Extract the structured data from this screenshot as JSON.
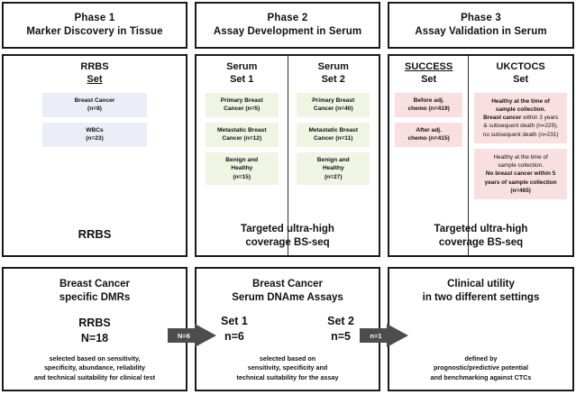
{
  "phases": [
    {
      "title_line1": "Phase 1",
      "title_line2": "Marker Discovery in Tissue"
    },
    {
      "title_line1": "Phase 2",
      "title_line2": "Assay Development in Serum"
    },
    {
      "title_line1": "Phase 3",
      "title_line2": "Assay Validation in Serum"
    }
  ],
  "phase1_mid": {
    "set_title_line1": "RRBS",
    "set_title_line2": "Set",
    "boxes": [
      {
        "line1": "Breast Cancer",
        "line2": "(n=8)"
      },
      {
        "line1": "WBCs",
        "line2": "(n=23)"
      }
    ],
    "method": "RRBS"
  },
  "phase2_mid": {
    "method_line1": "Targeted ultra-high",
    "method_line2": "coverage BS-seq",
    "sets": [
      {
        "title_line1": "Serum",
        "title_line2": "Set 1",
        "boxes": [
          {
            "line1": "Primary Breast",
            "line2": "Cancer (n=5)"
          },
          {
            "line1": "Metastatic Breast",
            "line2": "Cancer (n=12)"
          },
          {
            "line1": "Benign and",
            "line2": "Healthy",
            "line3": "(n=15)"
          }
        ]
      },
      {
        "title_line1": "Serum",
        "title_line2": "Set 2",
        "boxes": [
          {
            "line1": "Primary Breast",
            "line2": "Cancer (n=40)"
          },
          {
            "line1": "Metastatic Breast",
            "line2": "Cancer (n=11)"
          },
          {
            "line1": "Benign and",
            "line2": "Healthy",
            "line3": "(n=27)"
          }
        ]
      }
    ]
  },
  "phase3_mid": {
    "method_line1": "Targeted ultra-high",
    "method_line2": "coverage BS-seq",
    "success": {
      "title_line1": "SUCCESS",
      "title_line2": "Set",
      "boxes": [
        {
          "line1": "Before adj.",
          "line2": "chemo (n=419)"
        },
        {
          "line1": "After adj.",
          "line2": "chemo (n=415)"
        }
      ]
    },
    "ukctocs": {
      "title_line1": "UKCTOCS",
      "title_line2": "Set",
      "boxes": [
        {
          "line1": "Healthy at the time of",
          "line2": "sample collection.",
          "line3_bold": "Breast cancer",
          "line3_rest": " within 3 years",
          "line4": "& subsequent death (n=229),",
          "line5": "no subsequent death (n=231)"
        },
        {
          "line1": "Healthy at the time of",
          "line2": "sample collection.",
          "line3_bold": "No breast cancer",
          "line3_rest": " within 5",
          "line4": "years of sample collection",
          "line5": "(n=465)"
        }
      ]
    }
  },
  "bottom": [
    {
      "title_line1": "Breast Cancer",
      "title_line2": "specific DMRs",
      "mid_line1": "RRBS",
      "mid_line2": "N=18",
      "note_line1": "selected based on sensitivity,",
      "note_line2": "specificity, abundance, reliability",
      "note_line3": "and technical suitability for clinical test"
    },
    {
      "title_line1": "Breast Cancer",
      "title_line2": "Serum DNAme Assays",
      "set1_label": "Set 1",
      "set1_value": "n=6",
      "set2_label": "Set 2",
      "set2_value": "n=5",
      "note_line1": "selected based on",
      "note_line2": "sensitivity, specificity and",
      "note_line3": "technical suitability for the assay"
    },
    {
      "title_line1": "Clinical utility",
      "title_line2": "in two different settings",
      "note_line1": "defined by",
      "note_line2": "prognostic/predictive potential",
      "note_line3": "and benchmarking against CTCs"
    }
  ],
  "arrows": [
    {
      "label": "N=6"
    },
    {
      "label": "n=1"
    }
  ],
  "colors": {
    "lavender_box": "#eceef7",
    "green_box": "#eff4e3",
    "pink_box": "#fadfe0",
    "border": "#1a1a1a",
    "arrow": "#4d4d4d"
  }
}
